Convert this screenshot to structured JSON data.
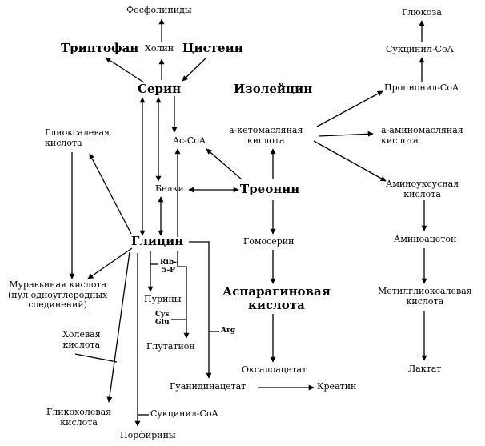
{
  "diagram": {
    "nodes": {
      "fosfolipidy": "Фосфолипиды",
      "kholin": "Холин",
      "triptofan": "Триптофан",
      "tsistein": "Цистеин",
      "serin": "Серин",
      "ac_coa": "Ac-CoA",
      "belki": "Белки",
      "treonin": "Треонин",
      "glitsin": "Глицин",
      "izoleitsin": "Изолейцин",
      "glioksalevaya_1": "Глиоксалевая",
      "glioksalevaya_2": "кислота",
      "ketomaslyanaya_1": "а-кетомасляная",
      "ketomaslyanaya_2": "кислота",
      "aminomaslyanaya_1": "а-аминомасляная",
      "aminomaslyanaya_2": "кислота",
      "glyukoza": "Глюкоза",
      "suktsinil_coa_top": "Сукцинил-CoA",
      "propionil_coa": "Пропионил-CoA",
      "aminouksusnaya_1": "Аминоуксусная",
      "aminouksusnaya_2": "кислота",
      "aminoatseton": "Аминоацетон",
      "metilglioksalevaya_1": "Метилглиоксалевая",
      "metilglioksalevaya_2": "кислота",
      "laktat": "Лактат",
      "gomoserin": "Гомосерин",
      "asparaginovaya_1": "Аспарагиновая",
      "asparaginovaya_2": "кислота",
      "oksaloatsetat": "Оксалоацетат",
      "kreatin": "Креатин",
      "guanidinatsetat": "Гуанидинацетат",
      "glutation": "Глутатион",
      "puriny": "Пурины",
      "rib5p_1": "Rib-",
      "rib5p_2": "5-P",
      "cys": "Cys",
      "glu": "Glu",
      "arg": "Arg",
      "muravinaya_1": "Муравьиная кислота",
      "muravinaya_2": "(пул одноуглеродных",
      "muravinaya_3": "соединений)",
      "kholevaya_1": "Холевая",
      "kholevaya_2": "кислота",
      "glikokholevaya_1": "Гликохолевая",
      "glikokholevaya_2": "кислота",
      "suktsinil_coa_bottom": "Сукцинил-CoA",
      "porfiriny": "Порфирины"
    }
  }
}
